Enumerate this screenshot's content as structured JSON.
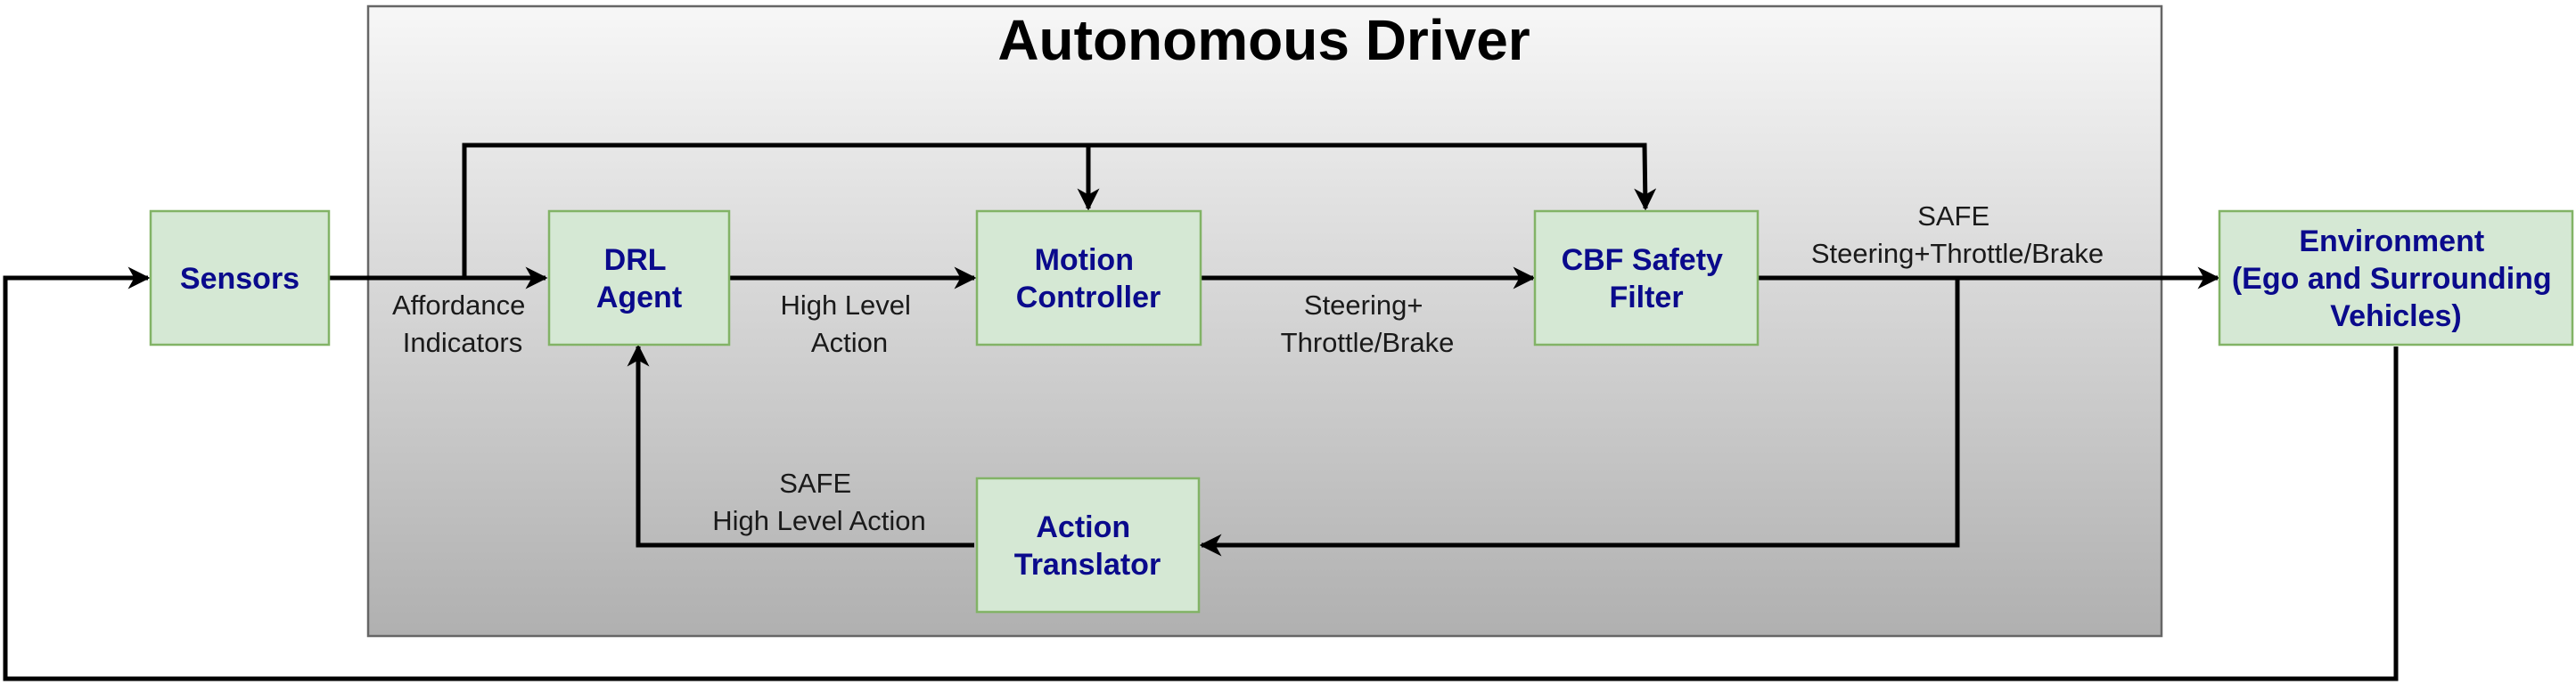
{
  "container": {
    "title": "Autonomous Driver"
  },
  "blocks": {
    "sensors": {
      "lines": [
        "Sensors"
      ]
    },
    "drl_agent": {
      "lines": [
        "DRL",
        "Agent"
      ]
    },
    "motion_controller": {
      "lines": [
        "Motion",
        "Controller"
      ]
    },
    "cbf_safety_filter": {
      "lines": [
        "CBF Safety",
        "Filter"
      ]
    },
    "environment": {
      "lines": [
        "Environment",
        "(Ego and Surrounding",
        "Vehicles)"
      ]
    },
    "action_translator": {
      "lines": [
        "Action",
        "Translator"
      ]
    }
  },
  "edge_labels": {
    "affordance_indicators": [
      "Affordance",
      "Indicators"
    ],
    "high_level_action": [
      "High Level",
      "Action"
    ],
    "steering_throttle_brake": [
      "Steering+",
      "Throttle/Brake"
    ],
    "safe_steering_throttle_brake": [
      "SAFE",
      "Steering+Throttle/Brake"
    ],
    "safe_high_level_action": [
      "SAFE",
      "High Level Action"
    ]
  },
  "colors": {
    "block_fill": "#d5e8d4",
    "block_stroke": "#82b366",
    "block_text": "#0a0a8c",
    "container_gradient_top": "#f7f7f7",
    "container_gradient_bottom": "#b0b0b0",
    "container_stroke": "#666666",
    "wire": "#000000"
  }
}
